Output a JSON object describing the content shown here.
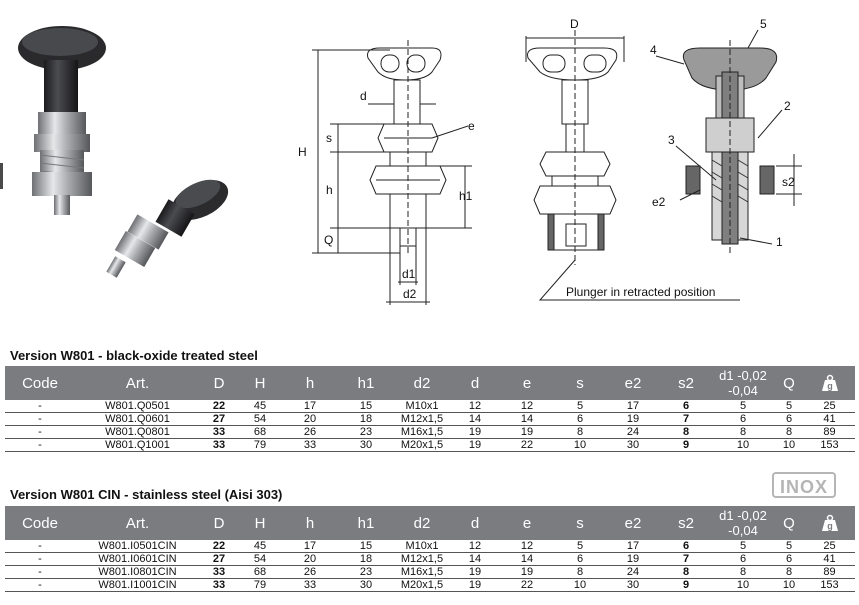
{
  "drawing": {
    "labels": {
      "D": "D",
      "H": "H",
      "s": "s",
      "h": "h",
      "Q": "Q",
      "d": "d",
      "h1": "h1",
      "e": "e",
      "d1": "d1",
      "d2": "d2",
      "n5": "5",
      "n4": "4",
      "n2": "2",
      "n3": "3",
      "n1": "1",
      "s2": "s2",
      "e2": "e2",
      "plunger_note": "Plunger in retracted position"
    }
  },
  "tables": [
    {
      "title": "Version W801 - black-oxide treated steel",
      "headers": [
        "Code",
        "Art.",
        "D",
        "H",
        "h",
        "h1",
        "d2",
        "d",
        "e",
        "s",
        "e2",
        "s2",
        "d1 -0,02\n-0,04",
        "Q",
        "weight"
      ],
      "rows": [
        [
          "-",
          "W801.Q0501",
          "22",
          "45",
          "17",
          "15",
          "M10x1",
          "12",
          "12",
          "5",
          "17",
          "6",
          "5",
          "5",
          "25"
        ],
        [
          "-",
          "W801.Q0601",
          "27",
          "54",
          "20",
          "18",
          "M12x1,5",
          "14",
          "14",
          "6",
          "19",
          "7",
          "6",
          "6",
          "41"
        ],
        [
          "-",
          "W801.Q0801",
          "33",
          "68",
          "26",
          "23",
          "M16x1,5",
          "19",
          "19",
          "8",
          "24",
          "8",
          "8",
          "8",
          "89"
        ],
        [
          "-",
          "W801.Q1001",
          "33",
          "79",
          "33",
          "30",
          "M20x1,5",
          "19",
          "22",
          "10",
          "30",
          "9",
          "10",
          "10",
          "153"
        ]
      ]
    },
    {
      "title": "Version W801 CIN - stainless steel (Aisi 303)",
      "badge": "INOX",
      "headers": [
        "Code",
        "Art.",
        "D",
        "H",
        "h",
        "h1",
        "d2",
        "d",
        "e",
        "s",
        "e2",
        "s2",
        "d1 -0,02\n-0,04",
        "Q",
        "weight"
      ],
      "rows": [
        [
          "-",
          "W801.I0501CIN",
          "22",
          "45",
          "17",
          "15",
          "M10x1",
          "12",
          "12",
          "5",
          "17",
          "6",
          "5",
          "5",
          "25"
        ],
        [
          "-",
          "W801.I0601CIN",
          "27",
          "54",
          "20",
          "18",
          "M12x1,5",
          "14",
          "14",
          "6",
          "19",
          "7",
          "6",
          "6",
          "41"
        ],
        [
          "-",
          "W801.I0801CIN",
          "33",
          "68",
          "26",
          "23",
          "M16x1,5",
          "19",
          "19",
          "8",
          "24",
          "8",
          "8",
          "8",
          "89"
        ],
        [
          "-",
          "W801.I1001CIN",
          "33",
          "79",
          "33",
          "30",
          "M20x1,5",
          "19",
          "22",
          "10",
          "30",
          "9",
          "10",
          "10",
          "153"
        ]
      ]
    }
  ],
  "icons": {
    "weight": "weight-icon"
  }
}
